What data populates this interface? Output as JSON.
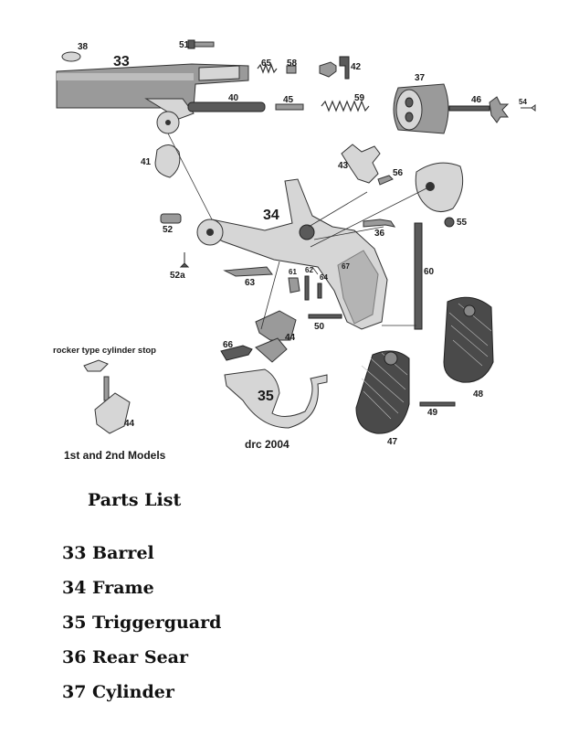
{
  "diagram": {
    "callouts": [
      "33",
      "38",
      "51",
      "65",
      "58",
      "42",
      "37",
      "40",
      "45",
      "59",
      "46",
      "54",
      "41",
      "43",
      "56",
      "34",
      "52",
      "52a",
      "36",
      "55",
      "60",
      "61",
      "62",
      "64",
      "67",
      "63",
      "50",
      "44",
      "66",
      "35",
      "48",
      "49",
      "47"
    ],
    "note_rocker": "rocker type cylinder stop",
    "note_models": "1st and 2nd Models",
    "credit": "drc 2004",
    "inset_callout": "44"
  },
  "parts_list": {
    "title": "Parts List",
    "items": [
      "33 Barrel",
      "34 Frame",
      "35 Triggerguard",
      "36 Rear Sear",
      "37 Cylinder"
    ]
  }
}
